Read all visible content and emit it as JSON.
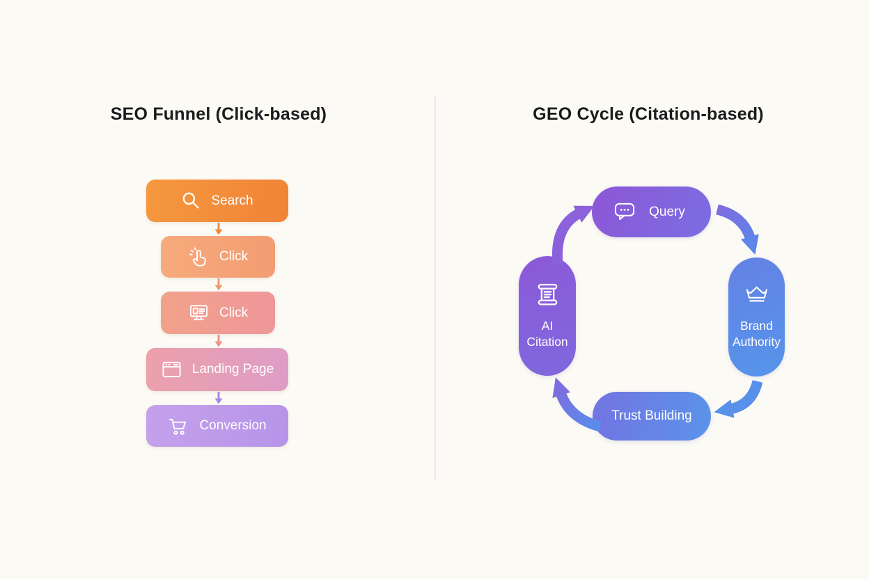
{
  "left_panel": {
    "title": "SEO Funnel (Click-based)",
    "steps": [
      {
        "label": "Search",
        "icon": "search-icon",
        "bg": [
          "95deg",
          "#F5983F",
          "#F08437"
        ]
      },
      {
        "label": "Click",
        "icon": "tap-icon",
        "bg": [
          "95deg",
          "#F7AB7D",
          "#F29C72"
        ]
      },
      {
        "label": "Click",
        "icon": "monitor-icon",
        "bg": [
          "95deg",
          "#F2A28A",
          "#EE979B"
        ]
      },
      {
        "label": "Landing Page",
        "icon": "browser-icon",
        "bg": [
          "95deg",
          "#ECA0AA",
          "#DE9DC7"
        ]
      },
      {
        "label": "Conversion",
        "icon": "cart-icon",
        "bg": [
          "95deg",
          "#C5A1EC",
          "#B694E8"
        ]
      }
    ],
    "connector_colors": [
      "#EF8B3C",
      "#F09B70",
      "#EE9187",
      "#A888E2"
    ]
  },
  "right_panel": {
    "title": "GEO Cycle (Citation-based)",
    "nodes": [
      {
        "label": "Query",
        "icon": "chat-bubble-icon",
        "bg": [
          "115deg",
          "#8D56D6",
          "#7A6EE2"
        ]
      },
      {
        "label": "Brand Authority",
        "icon": "crown-icon",
        "bg": [
          "165deg",
          "#6482E4",
          "#5694EA"
        ]
      },
      {
        "label": "Trust Building",
        "icon": "none",
        "bg": [
          "95deg",
          "#7374E2",
          "#5A93EA"
        ]
      },
      {
        "label": "AI Citation",
        "icon": "scroll-icon",
        "bg": [
          "165deg",
          "#8C59D8",
          "#7F68DE"
        ]
      }
    ],
    "arrow_colors": {
      "citation_to_query": "#8C62DC",
      "query_to_brand_from": "#7E6BE0",
      "query_to_brand_to": "#5E86E8",
      "brand_to_trust": "#5890EA",
      "trust_to_citation_from": "#5A8EEA",
      "trust_to_citation_to": "#7B6EDF"
    }
  }
}
